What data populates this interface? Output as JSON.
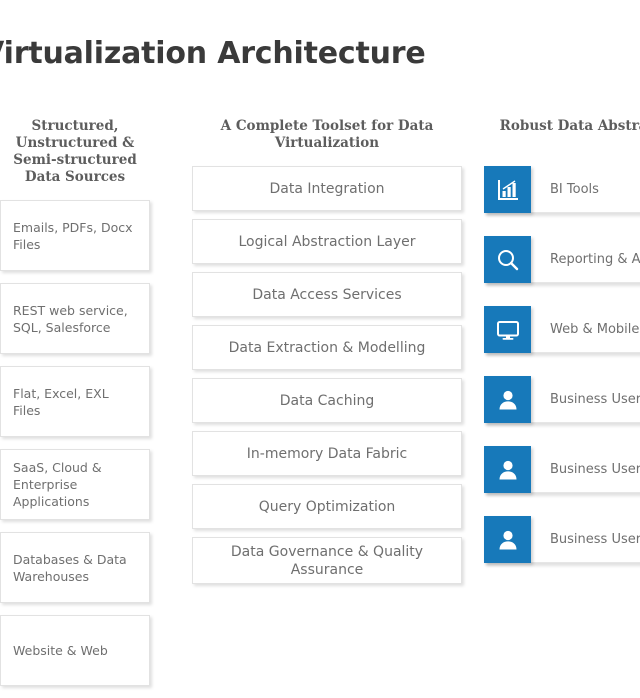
{
  "title": "Data Virtualization Architecture",
  "colors": {
    "accent_blue": "#1779ba",
    "title_text": "#3a3a3a",
    "header_text": "#5d5d5d",
    "body_text": "#6f6f6f",
    "card_border": "#e2e2e2",
    "background": "#ffffff"
  },
  "columns": {
    "sources": {
      "header": "Structured, Unstructured & Semi-structured Data Sources",
      "items": [
        {
          "line1": "Emails,  PDFs, Docx",
          "line2": "Files"
        },
        {
          "line1": "REST web service,",
          "line2": "SQL, Salesforce"
        },
        {
          "line1": "Flat, Excel, EXL Files",
          "line2": ""
        },
        {
          "line1": "SaaS, Cloud &",
          "line2": "Enterprise Applications"
        },
        {
          "line1": "Databases & Data",
          "line2": "Warehouses"
        },
        {
          "line1": "Website & Web",
          "line2": ""
        }
      ]
    },
    "toolset": {
      "header": "A Complete Toolset for Data Virtualization",
      "items": [
        {
          "line1": "Data Integration",
          "line2": ""
        },
        {
          "line1": "Logical Abstraction Layer",
          "line2": ""
        },
        {
          "line1": "Data Access Services",
          "line2": ""
        },
        {
          "line1": "Data Extraction & Modelling",
          "line2": ""
        },
        {
          "line1": "Data Caching",
          "line2": ""
        },
        {
          "line1": "In-memory Data Fabric",
          "line2": ""
        },
        {
          "line1": "Query Optimization",
          "line2": ""
        },
        {
          "line1": "Data Governance & Quality",
          "line2": "Assurance"
        }
      ]
    },
    "consumers": {
      "header": "Robust Data Abstraction Layer",
      "items": [
        {
          "label": "BI Tools",
          "icon": "bar-chart-icon"
        },
        {
          "label": "Reporting & Analytics",
          "icon": "search-icon"
        },
        {
          "label": "Web & Mobile Apps",
          "icon": "monitor-icon"
        },
        {
          "label": "Business Users",
          "icon": "user-icon"
        },
        {
          "label": "Business Users",
          "icon": "user-icon"
        },
        {
          "label": "Business Users",
          "icon": "user-icon"
        }
      ]
    }
  }
}
